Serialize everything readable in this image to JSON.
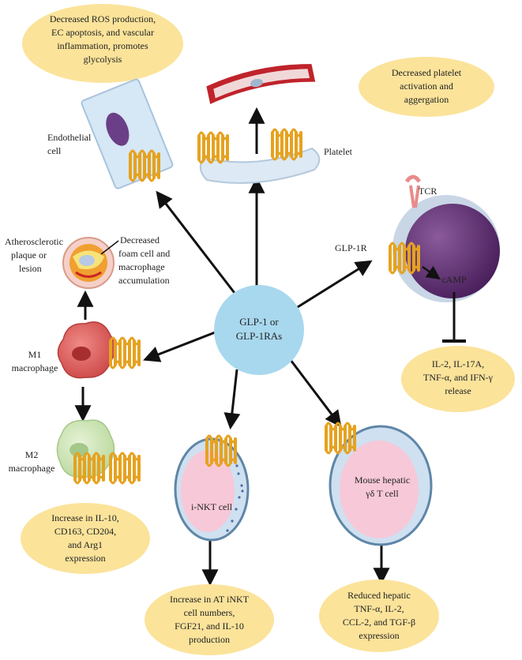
{
  "center": {
    "line1": "GLP-1 or",
    "line2": "GLP-1RAs"
  },
  "endothelial": {
    "bubble": [
      "Decreased ROS production,",
      "EC apoptosis, and vascular",
      "inflammation,  promotes",
      "glycolysis"
    ],
    "label": [
      "Endothelial",
      "cell"
    ]
  },
  "platelet": {
    "bubble": [
      "Decreased platelet",
      "activation and",
      "aggergation"
    ],
    "label": "Platelet"
  },
  "tcell": {
    "tcr": "TCR",
    "glp1r": "GLP-1R",
    "camp": "cAMP",
    "bubble": [
      "IL-2, IL-17A,",
      "TNF-α, and IFN-γ",
      "release"
    ]
  },
  "plaque": {
    "label": [
      "Atherosclerotic",
      "plaque or",
      "lesion"
    ],
    "effect": [
      "Decreased",
      "foam cell and",
      "macrophage",
      "accumulation"
    ]
  },
  "m1": {
    "label": [
      "M1",
      "macrophage"
    ]
  },
  "m2": {
    "label": [
      "M2",
      "macrophage"
    ],
    "bubble": [
      "Increase in IL-10,",
      "CD163, CD204,",
      "and Arg1",
      "expression"
    ]
  },
  "inkt": {
    "label": "i-NKT cell",
    "bubble": [
      "Increase in AT iNKT",
      "cell numbers,",
      "FGF21, and IL-10",
      "production"
    ]
  },
  "gdt": {
    "label": [
      "Mouse hepatic",
      "γδ T cell"
    ],
    "bubble": [
      "Reduced hepatic",
      "TNF-α, IL-2,",
      "CCL-2, and TGF-β",
      "expression"
    ]
  },
  "colors": {
    "bubble": "#fbe39a",
    "center": "#a8d8ee",
    "receptor": "#f2b632",
    "tcell_body": "#5e2f6e",
    "m1": "#dd5d5d",
    "m2": "#cfe6b4",
    "nkt_body": "#f7c8d8",
    "vessel": "#c0232b"
  }
}
